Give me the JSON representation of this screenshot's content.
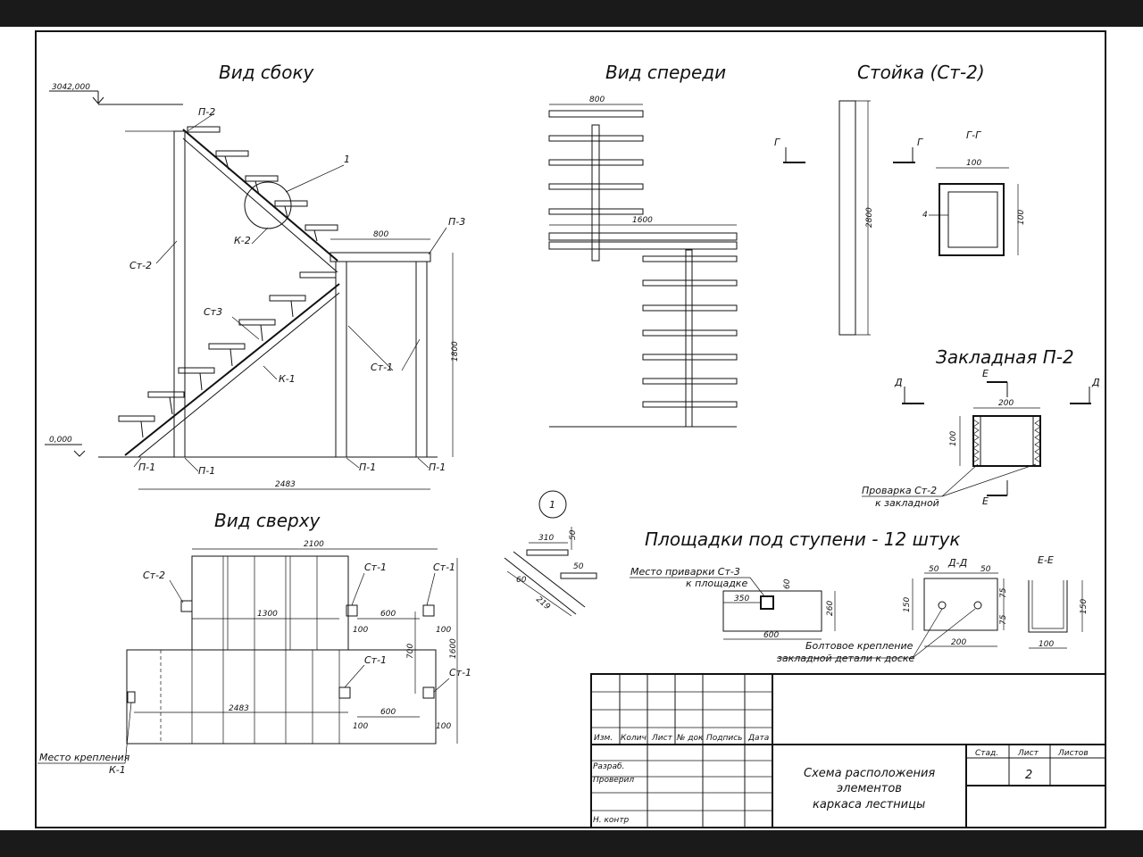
{
  "views": {
    "side": {
      "title": "Вид сбоку",
      "elev_top": "3042,000",
      "elev_zero": "0,000",
      "labels": {
        "p2": "П-2",
        "p3": "П-3",
        "p1a": "П-1",
        "p1b": "П-1",
        "p1c": "П-1",
        "p1d": "П-1",
        "st2": "Ст-2",
        "st3": "Ст3",
        "st1": "Ст-1",
        "k1": "К-1",
        "k2": "К-2",
        "callout1": "1"
      },
      "dims": {
        "d800": "800",
        "d1800": "1800",
        "d2483": "2483"
      }
    },
    "front": {
      "title": "Вид спереди",
      "dims": {
        "d800": "800",
        "d1600": "1600"
      }
    },
    "post": {
      "title": "Стойка  (Ст-2)",
      "sec_g_left": "Г",
      "sec_g_right": "Г",
      "sec_gg": "Г-Г",
      "dims": {
        "d2800": "2800",
        "d100w": "100",
        "d100h": "100",
        "d4": "4"
      }
    },
    "embed": {
      "title": "Закладная П-2",
      "sec_d_left": "Д",
      "sec_d_right": "Д",
      "sec_e_top": "Е",
      "sec_e_bottom": "Е",
      "dims": {
        "d200": "200",
        "d100": "100"
      },
      "note_line1": "Проварка Ст-2",
      "note_line2": "к закладной"
    },
    "top": {
      "title": "Вид сверху",
      "labels": {
        "st2": "Ст-2",
        "st1a": "Ст-1",
        "st1b": "Ст-1",
        "st1c": "Ст-1",
        "st1d": "Ст-1",
        "mount_line1": "Место крепления",
        "mount_line2": "К-1"
      },
      "dims": {
        "d2100": "2100",
        "d1300": "1300",
        "d600a": "600",
        "d600b": "600",
        "d100a": "100",
        "d100b": "100",
        "d100c": "100",
        "d100d": "100",
        "d700": "700",
        "d1600": "1600",
        "d2483": "2483"
      }
    },
    "detail1": {
      "callout": "1",
      "dims": {
        "d310": "310",
        "d50a": "50",
        "d50b": "50",
        "d60": "60",
        "d219": "219"
      }
    },
    "pads": {
      "title": "Площадки под ступени - 12 штук",
      "weld_line1": "Место приварки Ст-3",
      "weld_line2": "к площадке",
      "bolt_line1": "Болтовое крепление",
      "bolt_line2": "закладной детали к доске",
      "sec_dd": "Д-Д",
      "sec_ee": "Е-Е",
      "dims": {
        "d350": "350",
        "d60": "60",
        "d260": "260",
        "d600": "600",
        "d50a": "50",
        "d50b": "50",
        "d75a": "75",
        "d75b": "75",
        "d150a": "150",
        "d200": "200",
        "d150b": "150",
        "d100": "100"
      }
    }
  },
  "titleblock": {
    "headers": [
      "Изм.",
      "Колич",
      "Лист",
      "№ док",
      "Подпись",
      "Дата"
    ],
    "rows": [
      "Разраб.",
      "Проверил",
      "",
      "",
      "Н. контр"
    ],
    "stage_label": "Стад.",
    "sheet_label": "Лист",
    "sheets_label": "Листов",
    "sheet_no": "2",
    "name_line1": "Схема расположения",
    "name_line2": "элементов",
    "name_line3": "каркаса лестницы"
  }
}
